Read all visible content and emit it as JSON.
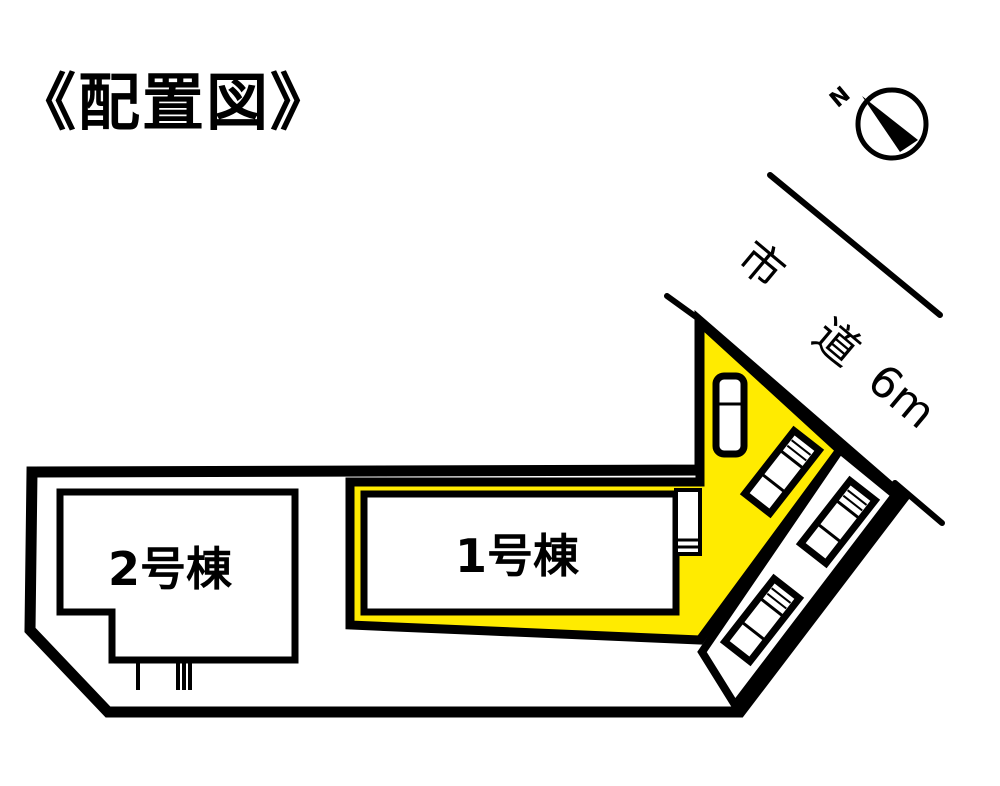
{
  "title": "《配置図》",
  "compass": {
    "label": "N",
    "icon": "north-arrow-icon"
  },
  "road": {
    "label_chars": [
      "市",
      "道",
      "6m"
    ],
    "label": "市道6m"
  },
  "buildings": [
    {
      "id": "1",
      "label": "1号棟",
      "highlighted": true
    },
    {
      "id": "2",
      "label": "2号棟",
      "highlighted": false
    }
  ],
  "parking": {
    "spaces": 4,
    "highlighted_spaces": 2
  },
  "colors": {
    "highlight": "#FFEB00",
    "line": "#000000",
    "background": "#FFFFFF"
  }
}
